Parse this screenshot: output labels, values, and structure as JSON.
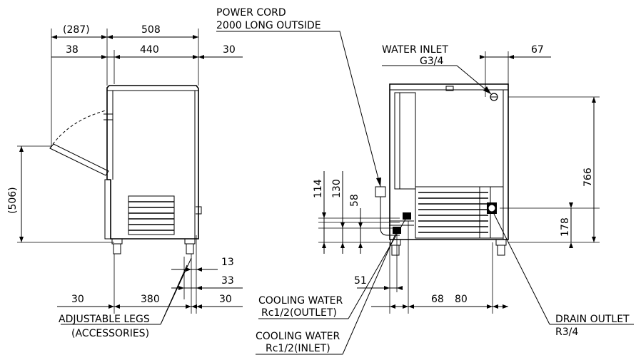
{
  "labels": {
    "power_cord_line1": "POWER CORD",
    "power_cord_line2": "2000 LONG OUTSIDE",
    "water_inlet_line1": "WATER INLET",
    "water_inlet_line2": "G3/4",
    "cooling_outlet_line1": "COOLING WATER",
    "cooling_outlet_line2": "Rc1/2(OUTLET)",
    "cooling_inlet_line1": "COOLING WATER",
    "cooling_inlet_line2": "Rc1/2(INLET)",
    "drain_outlet_line1": "DRAIN OUTLET",
    "drain_outlet_line2": "R3/4",
    "legs_line1": "ADJUSTABLE LEGS",
    "legs_line2": "(ACCESSORIES)"
  },
  "dimensions": {
    "door_swing": "(287)",
    "total_depth": "508",
    "front_offset": "38",
    "body_depth": "440",
    "rear_offset": "30",
    "door_height": "(506)",
    "leg_13": "13",
    "leg_33": "33",
    "leg_left": "30",
    "leg_span": "380",
    "leg_right": "30",
    "inlet_offset": "67",
    "total_height": "766",
    "drain_height": "178",
    "h_114": "114",
    "h_130": "130",
    "h_58": "58",
    "w_51": "51",
    "w_68": "68",
    "w_80": "80"
  }
}
